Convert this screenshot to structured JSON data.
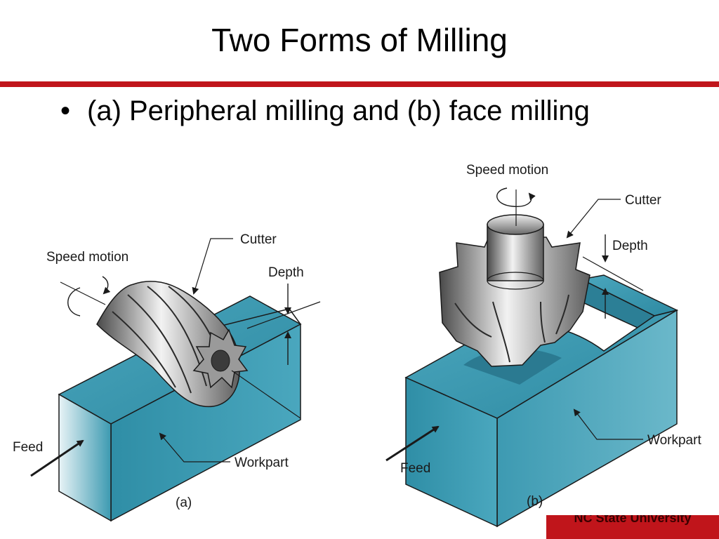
{
  "slide": {
    "title": "Two Forms of Milling",
    "bullet": "(a) Peripheral milling and (b) face milling"
  },
  "figure_a": {
    "speed_label": "Speed motion",
    "cutter_label": "Cutter",
    "depth_label": "Depth",
    "feed_label": "Feed",
    "workpart_label": "Workpart",
    "caption": "(a)"
  },
  "figure_b": {
    "speed_label": "Speed motion",
    "cutter_label": "Cutter",
    "depth_label": "Depth",
    "feed_label": "Feed",
    "workpart_label": "Workpart",
    "caption": "(b)"
  },
  "footer": {
    "badge_text": "NC State University"
  },
  "colors": {
    "accent": "#c0151b",
    "workpart": "#3d9bb2"
  }
}
